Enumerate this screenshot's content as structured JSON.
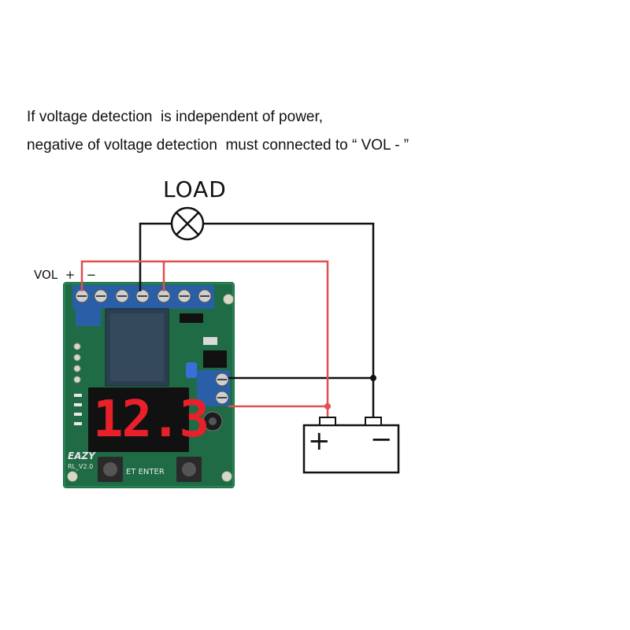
{
  "caption": {
    "line1": "If voltage detection  is independent of power,",
    "line2": "negative of voltage detection  must connected to “ VOL - ”"
  },
  "diagram": {
    "load_label": "LOAD",
    "vol_label": "VOL  +   −",
    "battery": {
      "plus_symbol": "+",
      "minus_symbol": "−"
    },
    "board": {
      "brand_text": "EAZY",
      "version_text": "RL_V2.0",
      "button_text": "ET  ENTER",
      "display_text": "12.3"
    },
    "colors": {
      "red_wire": "#e05050",
      "black_wire": "#111111",
      "pcb": "#1f6b45",
      "display_segments": "#e8202a",
      "terminal_blue": "#2a5fa8"
    }
  }
}
